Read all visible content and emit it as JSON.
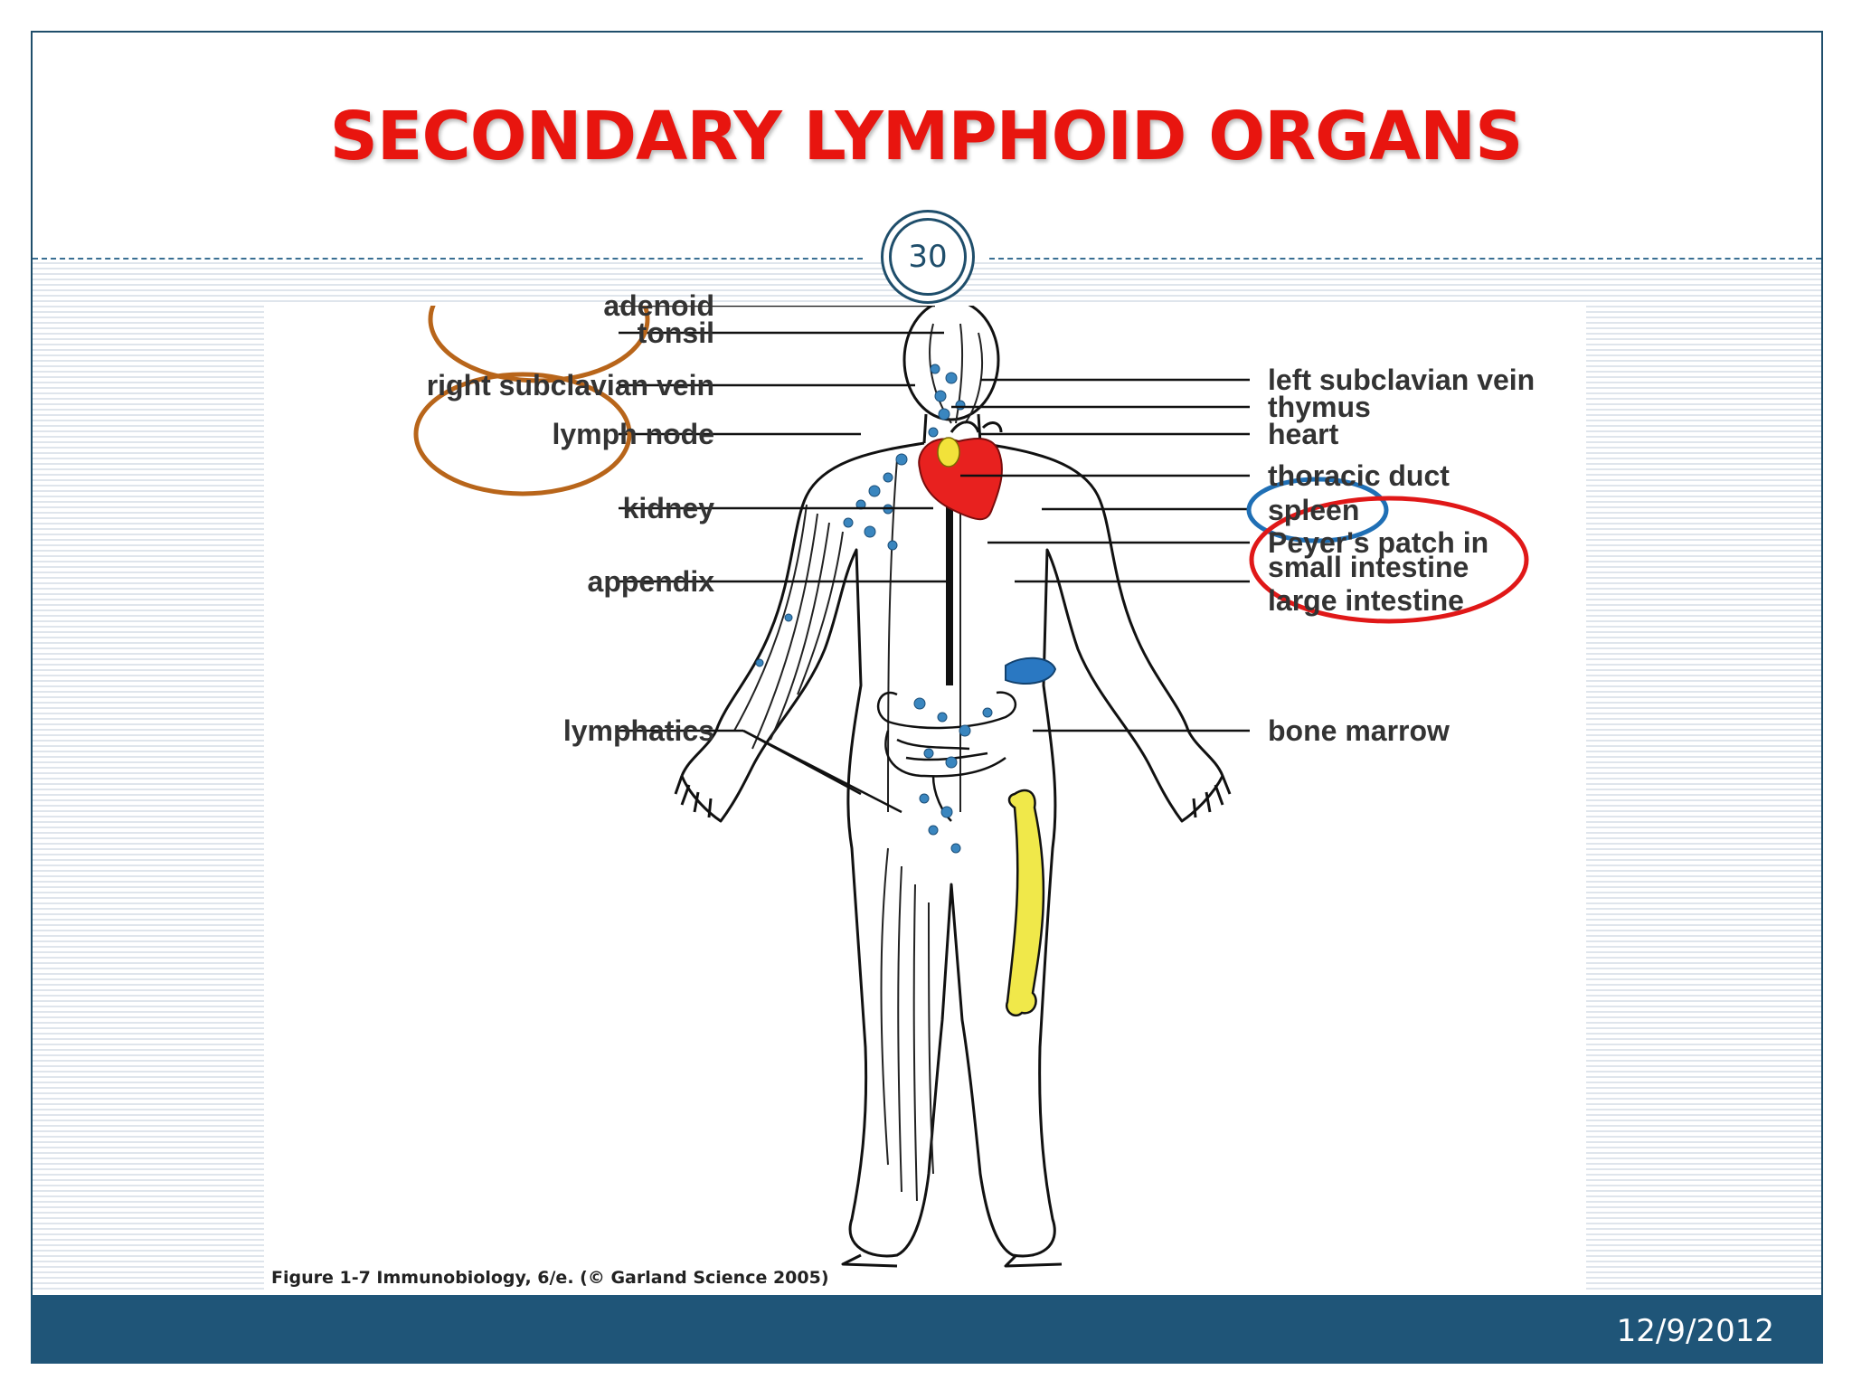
{
  "slide": {
    "title": "SECONDARY LYMPHOID ORGANS",
    "page_number": "30",
    "date": "12/9/2012"
  },
  "figure": {
    "left_labels": [
      "adenoid",
      "tonsil",
      "right subclavian vein",
      "lymph node",
      "kidney",
      "appendix",
      "lymphatics"
    ],
    "right_labels": [
      "left subclavian vein",
      "thymus",
      "heart",
      "thoracic duct",
      "spleen",
      "Peyer's patch in",
      "small intestine",
      "large intestine",
      "bone marrow"
    ],
    "caption": "Figure 1-7  Immunobiology, 6/e. (© Garland Science 2005)",
    "highlight_colors": {
      "adenoid_tonsil": "#b8651a",
      "lymph_node": "#b8651a",
      "spleen": "#1f6fb5",
      "peyers_patch": "#e01818"
    },
    "organ_colors": {
      "heart": "#e8211f",
      "thymus": "#f2e23a",
      "spleen": "#2a78c2",
      "bone_marrow": "#f0e84a",
      "lymph_nodes": "#3a86bf"
    }
  }
}
